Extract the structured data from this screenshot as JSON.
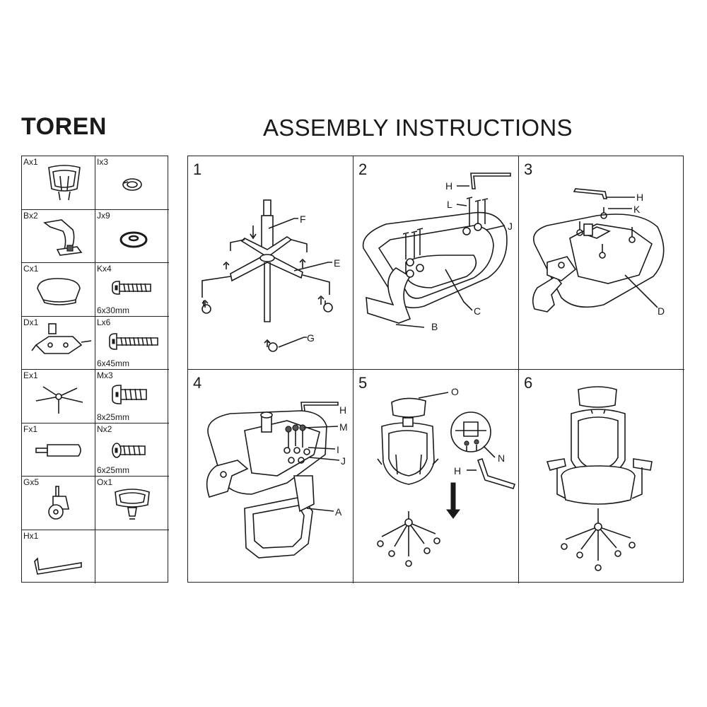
{
  "header": {
    "brand": "TOREN",
    "title": "ASSEMBLY INSTRUCTIONS"
  },
  "parts": [
    {
      "code": "Ax1",
      "size": "",
      "icon": "backrest-frame-icon"
    },
    {
      "code": "Ix3",
      "size": "",
      "icon": "spring-washer-icon"
    },
    {
      "code": "Bx2",
      "size": "",
      "icon": "armrest-icon"
    },
    {
      "code": "Jx9",
      "size": "",
      "icon": "flat-washer-icon"
    },
    {
      "code": "Cx1",
      "size": "",
      "icon": "seat-icon"
    },
    {
      "code": "Kx4",
      "size": "6x30mm",
      "icon": "bolt-icon"
    },
    {
      "code": "Dx1",
      "size": "",
      "icon": "mechanism-icon"
    },
    {
      "code": "Lx6",
      "size": "6x45mm",
      "icon": "long-bolt-icon"
    },
    {
      "code": "Ex1",
      "size": "",
      "icon": "star-base-icon"
    },
    {
      "code": "Mx3",
      "size": "8x25mm",
      "icon": "bolt-icon"
    },
    {
      "code": "Fx1",
      "size": "",
      "icon": "gas-lift-icon"
    },
    {
      "code": "Nx2",
      "size": "6x25mm",
      "icon": "flat-bolt-icon"
    },
    {
      "code": "Gx5",
      "size": "",
      "icon": "caster-icon"
    },
    {
      "code": "Ox1",
      "size": "",
      "icon": "headrest-icon"
    },
    {
      "code": "Hx1",
      "size": "",
      "icon": "allen-key-icon"
    },
    {
      "code": "",
      "size": "",
      "icon": ""
    }
  ],
  "steps": [
    {
      "number": "1",
      "labels": [
        "F",
        "E",
        "G"
      ]
    },
    {
      "number": "2",
      "labels": [
        "H",
        "L",
        "J",
        "C",
        "B"
      ]
    },
    {
      "number": "3",
      "labels": [
        "H",
        "K",
        "D"
      ]
    },
    {
      "number": "4",
      "labels": [
        "H",
        "M",
        "I",
        "J",
        "A"
      ]
    },
    {
      "number": "5",
      "labels": [
        "O",
        "N",
        "H"
      ]
    },
    {
      "number": "6",
      "labels": []
    }
  ]
}
